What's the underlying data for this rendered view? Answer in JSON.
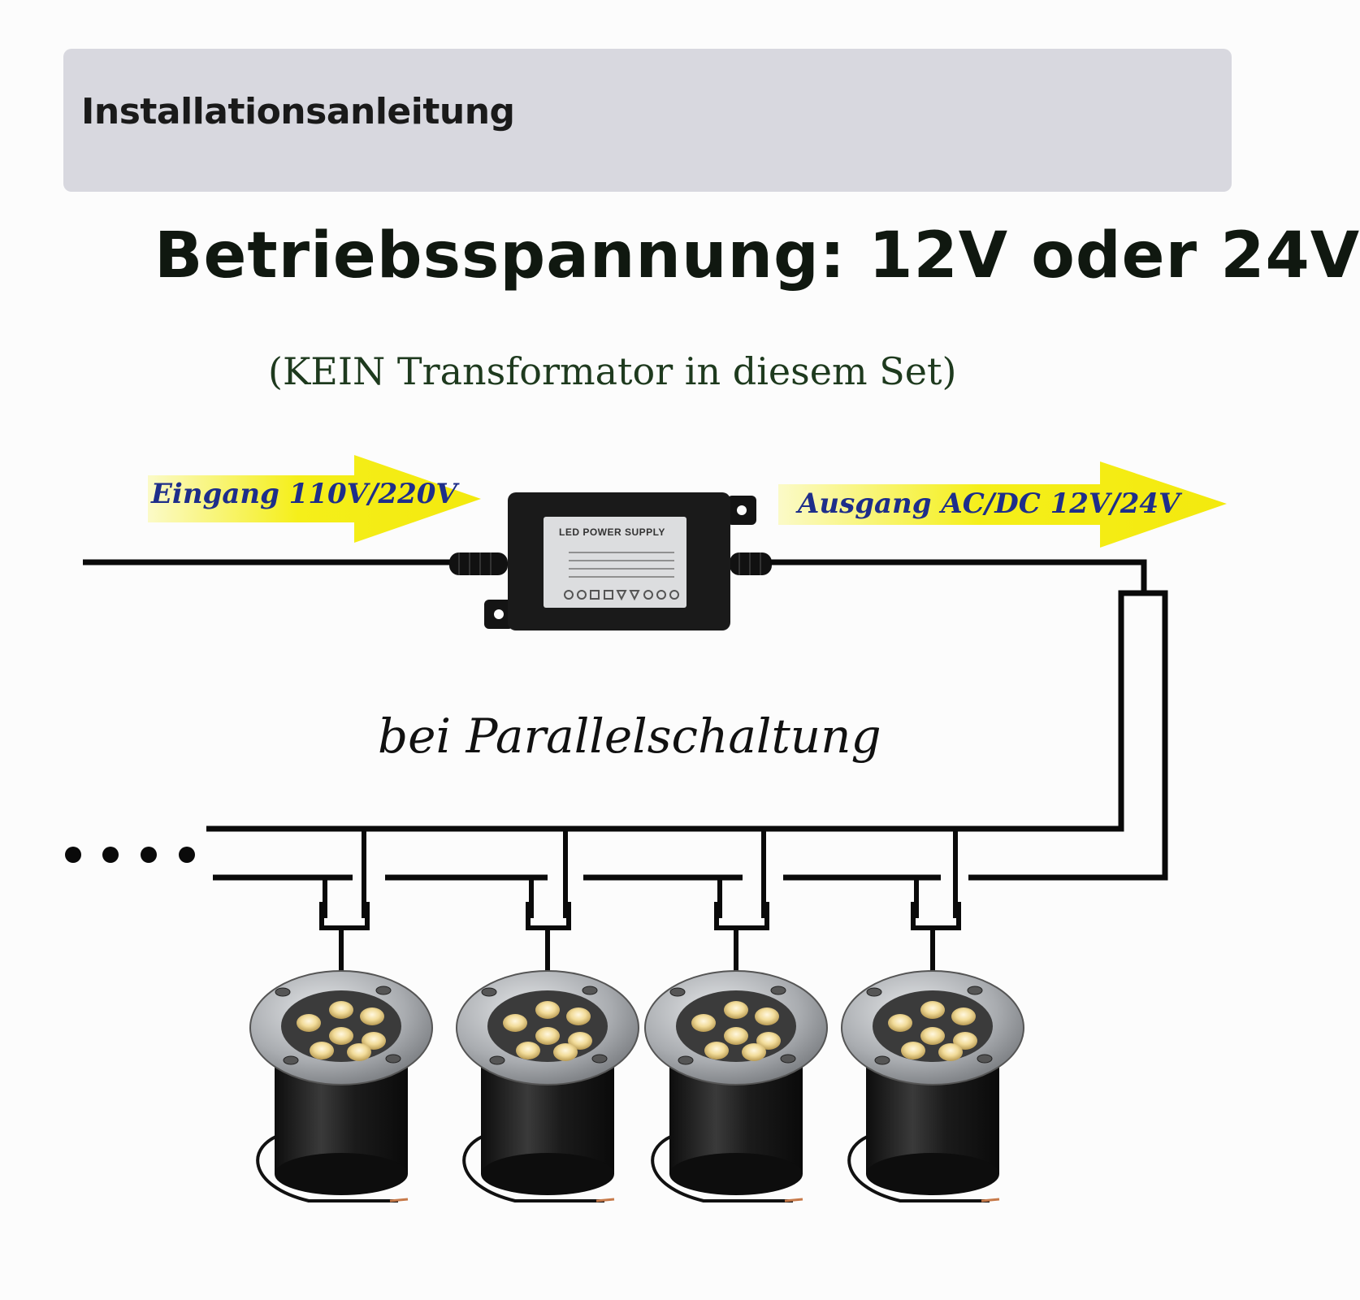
{
  "header": {
    "title": "Installationsanleitung"
  },
  "heading": "Betriebsspannung: 12V oder 24V",
  "note": "(KEIN Transformator in diesem Set)",
  "input_arrow": {
    "label": "Eingang 110V/220V",
    "color": "#f5ef1a"
  },
  "output_arrow": {
    "label": "Ausgang AC/DC 12V/24V",
    "color": "#f5ef1a"
  },
  "power_supply": {
    "label": "LED POWER SUPPLY"
  },
  "parallel_label": "bei Parallelschaltung",
  "colors": {
    "wire": "#0a0a0a",
    "lamp_ring": "#a9acb0",
    "led": "#f2dc9a",
    "lamp_body": "#1b1b1b"
  },
  "lamps": [
    {
      "name": "lamp-1"
    },
    {
      "name": "lamp-2"
    },
    {
      "name": "lamp-3"
    },
    {
      "name": "lamp-4"
    }
  ]
}
